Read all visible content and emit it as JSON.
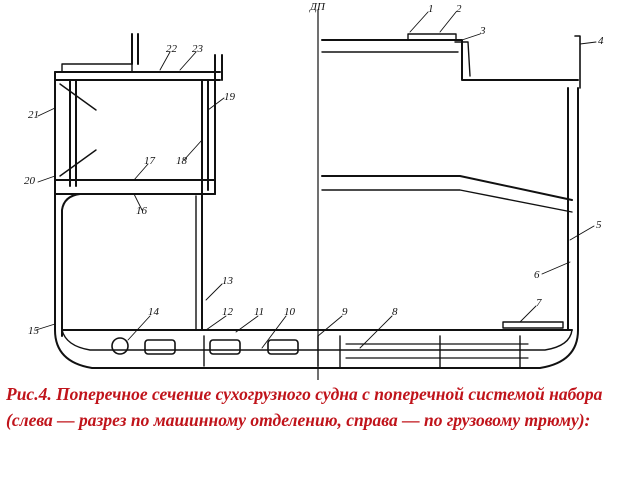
{
  "figure": {
    "centerline_label": "ДП",
    "callouts": [
      "1",
      "2",
      "3",
      "4",
      "5",
      "6",
      "7",
      "8",
      "9",
      "10",
      "11",
      "12",
      "13",
      "14",
      "15",
      "16",
      "17",
      "18",
      "19",
      "20",
      "21",
      "22",
      "23"
    ]
  },
  "caption": {
    "text": "Рис.4.  Поперечное сечение сухогрузного судна с поперечной системой набора (слева — разрез по машинному отделению, справа — по грузовому трюму):",
    "color": "#c0141b"
  }
}
